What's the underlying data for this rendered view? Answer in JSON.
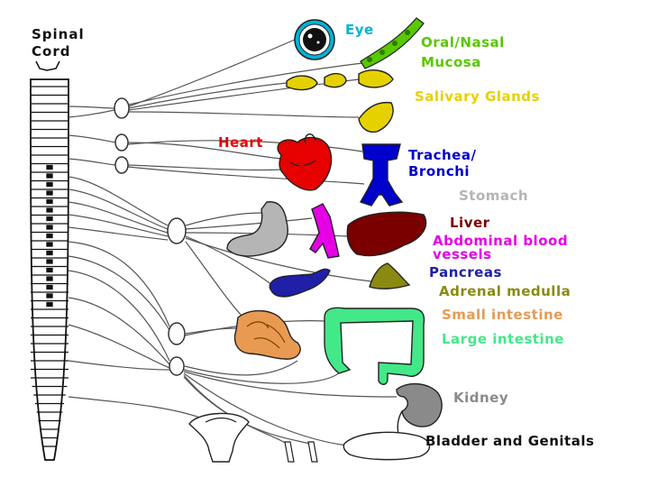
{
  "spine_label": [
    "Spinal",
    "Cord"
  ],
  "labels": {
    "eye": "Eye",
    "oral_nasal_1": "Oral/Nasal",
    "oral_nasal_2": "Mucosa",
    "salivary": "Salivary Glands",
    "heart": "Heart",
    "trachea_1": "Trachea/",
    "trachea_2": "Bronchi",
    "stomach": "Stomach",
    "liver": "Liver",
    "abdominal_1": "Abdominal blood",
    "abdominal_2": "vessels",
    "pancreas": "Pancreas",
    "adrenal": "Adrenal medulla",
    "small_intestine": "Small intestine",
    "large_intestine": "Large intestine",
    "kidney": "Kidney",
    "bladder": "Bladder and Genitals"
  },
  "colors": {
    "eye": "#00b3d6",
    "oral_nasal": "#58c800",
    "salivary": "#e6d100",
    "heart": "#e60000",
    "trachea": "#0000cc",
    "stomach": "#b5b5b5",
    "liver": "#7a0000",
    "abdominal": "#e600e6",
    "pancreas": "#1f1fa8",
    "adrenal": "#8a8a10",
    "small_intestine": "#e89a52",
    "large_intestine": "#43e888",
    "kidney": "#8a8a8a",
    "spine": "#111111"
  }
}
